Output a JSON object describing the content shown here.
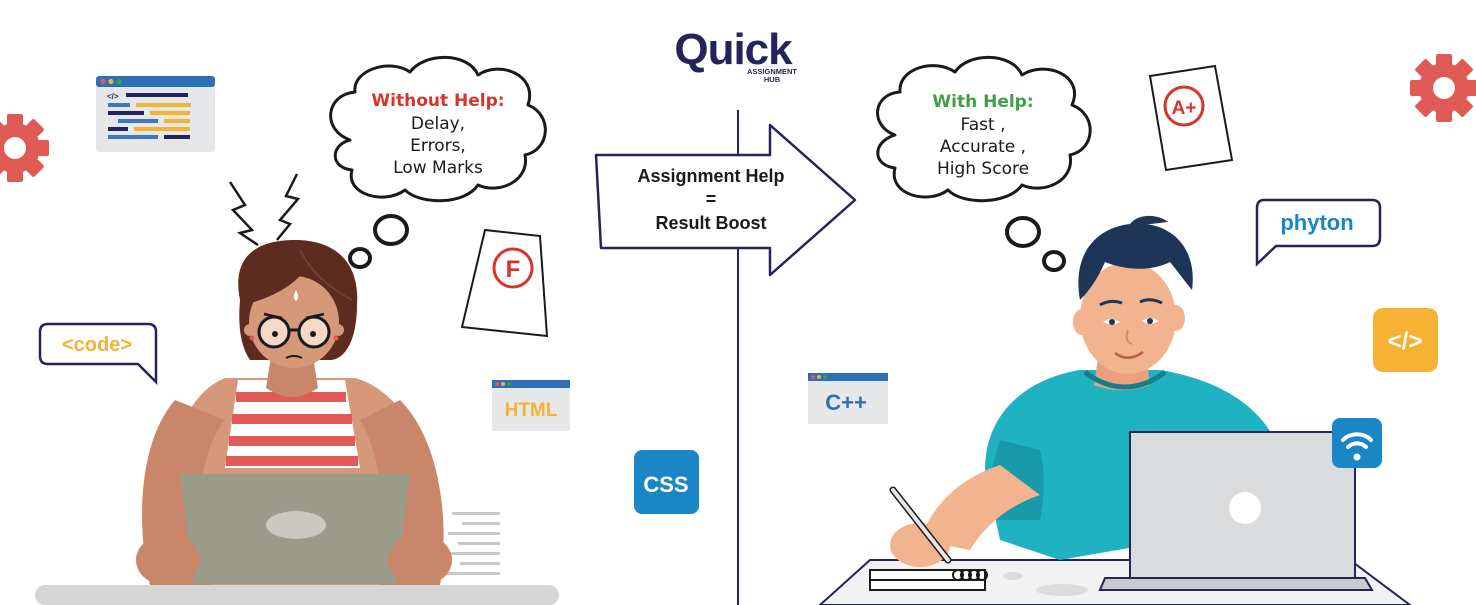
{
  "logo": {
    "word": "Quick",
    "line1": "ASSIGNMENT",
    "line2": "HUB"
  },
  "left_thought": {
    "title": "Without Help:",
    "line1": "Delay,",
    "line2": "Errors,",
    "line3": "Low Marks"
  },
  "right_thought": {
    "title": "With Help:",
    "line1": "Fast ,",
    "line2": "Accurate ,",
    "line3": "High Score"
  },
  "center_arrow": {
    "line1": "Assignment Help",
    "line2": "=",
    "line3": "Result Boost"
  },
  "left_grade": "F",
  "right_grade": "A+",
  "tags": {
    "code": "<code>",
    "html": "HTML",
    "css": "CSS",
    "cpp": "C++",
    "python": "phyton",
    "code_symbol": "</>"
  },
  "colors": {
    "navy": "#23235e",
    "red": "#d8352a",
    "green": "#3fa048",
    "orange": "#f6b233",
    "blue": "#1a86c5",
    "gear": "#e05a55",
    "skin_girl": "#d59878",
    "skin_boy": "#f2b48e",
    "teal_shirt": "#1fb3c2"
  }
}
